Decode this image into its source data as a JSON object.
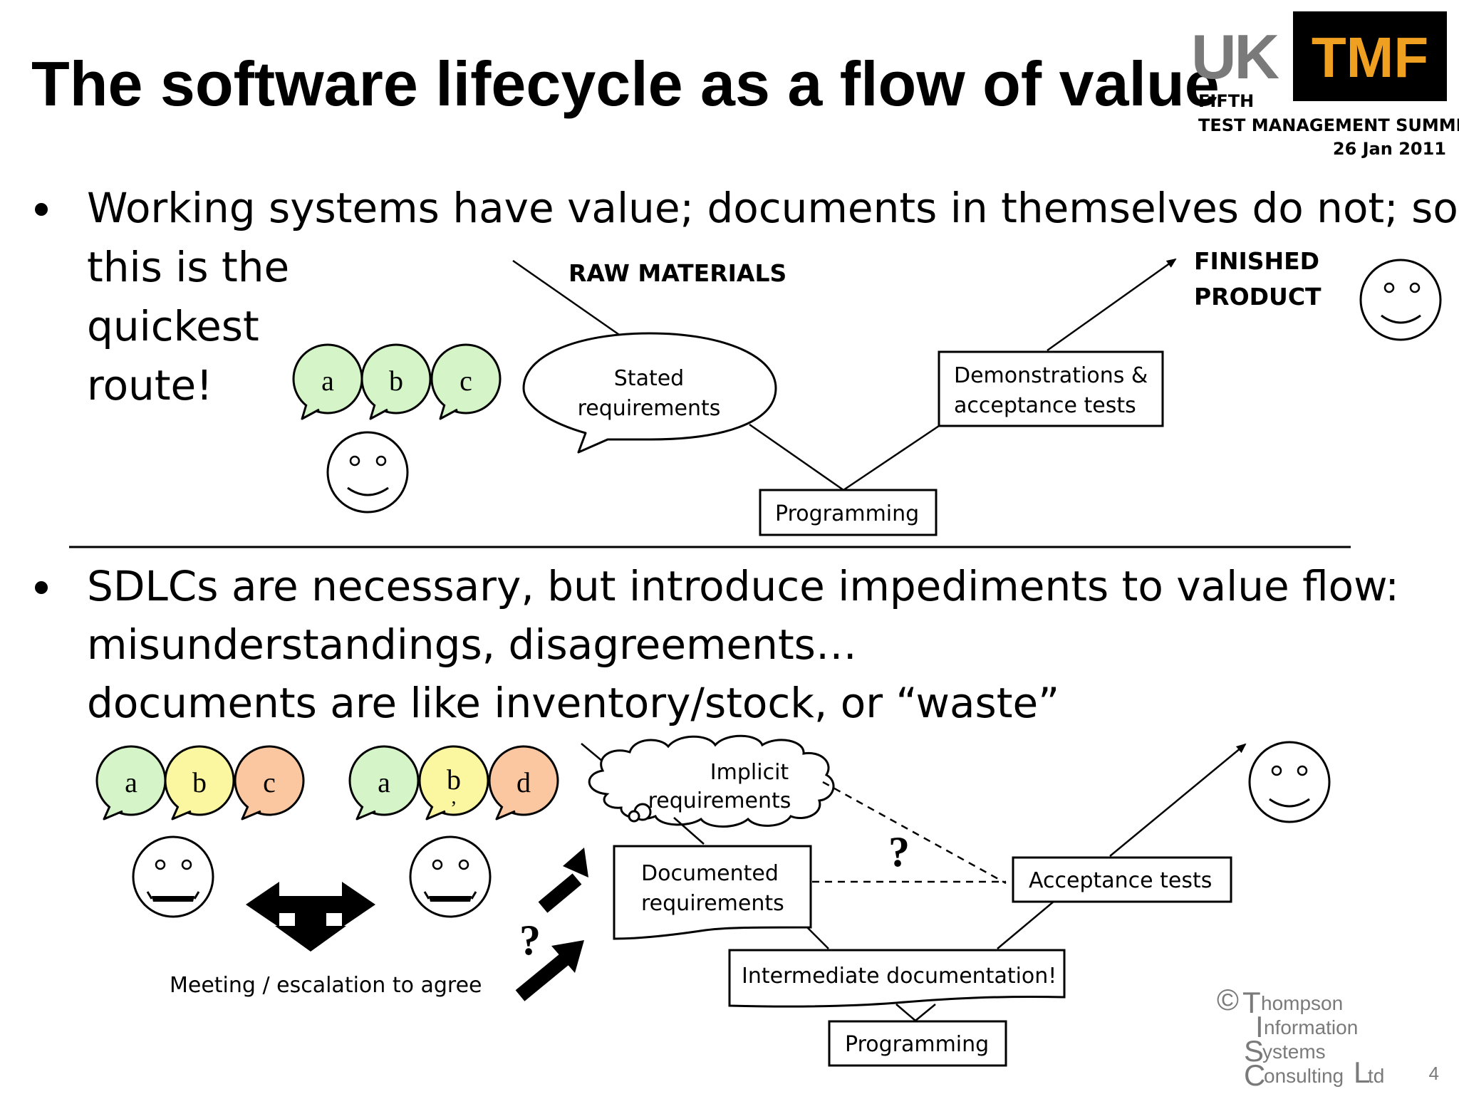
{
  "slide": {
    "title": "The software lifecycle as a flow of value",
    "page_number": "4"
  },
  "logo": {
    "uk": "UK",
    "tmf": "TMF",
    "line1": "FIFTH",
    "line2": "TEST MANAGEMENT SUMMIT",
    "date": "26 Jan 2011",
    "tmf_color": "#f0a020",
    "uk_color": "#7a7a7a"
  },
  "bullet1": {
    "line1": "Working systems have value; documents in themselves do not; so",
    "line2": "this is the",
    "line3": "quickest",
    "line4": "route!"
  },
  "diagram1": {
    "raw_materials": "RAW MATERIALS",
    "finished_line1": "FINISHED",
    "finished_line2": "PRODUCT",
    "stated_line1": "Stated",
    "stated_line2": "requirements",
    "demo_line1": "Demonstrations &",
    "demo_line2": "acceptance tests",
    "programming": "Programming",
    "bubbles": [
      "a",
      "b",
      "c"
    ],
    "bubble_color": "#d5f5c8"
  },
  "bullet2": {
    "line1": "SDLCs are necessary, but introduce impediments to value flow:",
    "line2": "misunderstandings, disagreements…",
    "line3": "documents are like inventory/stock, or “waste”"
  },
  "diagram2": {
    "bubbles_left": [
      "a",
      "b",
      "c"
    ],
    "bubbles_right": [
      "a",
      "b",
      "d"
    ],
    "bubble_colors": {
      "a": "#d5f5c8",
      "b": "#fbf7a0",
      "c": "#fbc7a0",
      "d": "#fbc7a0"
    },
    "b_mark": ",",
    "meeting": "Meeting / escalation to agree",
    "implicit_line1": "Implicit",
    "implicit_line2": "requirements",
    "documented_line1": "Documented",
    "documented_line2": "requirements",
    "intermediate": "Intermediate documentation!",
    "programming": "Programming",
    "acceptance": "Acceptance tests",
    "question": "?"
  },
  "copyright": {
    "symbol": "©",
    "t": "T",
    "t_rest": "hompson",
    "i": "I",
    "i_rest": "nformation",
    "s": "S",
    "s_rest": "ystems",
    "c": "C",
    "c_rest": "onsulting",
    "l": "L",
    "l_rest": "td"
  }
}
